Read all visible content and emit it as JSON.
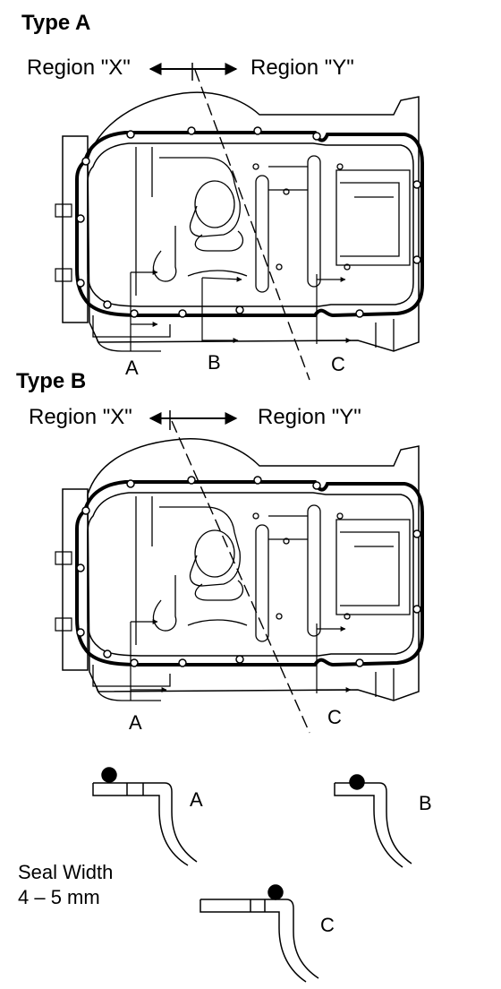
{
  "typeA": {
    "title": "Type A",
    "region_x": "Region \"X\"",
    "region_y": "Region \"Y\"",
    "labels": {
      "a": "A",
      "b": "B",
      "c": "C"
    }
  },
  "typeB": {
    "title": "Type B",
    "region_x": "Region \"X\"",
    "region_y": "Region \"Y\"",
    "labels": {
      "a": "A",
      "c": "C"
    }
  },
  "details": {
    "a": "A",
    "b": "B",
    "c": "C"
  },
  "seal": {
    "line1": "Seal Width",
    "line2": "4 – 5 mm"
  }
}
